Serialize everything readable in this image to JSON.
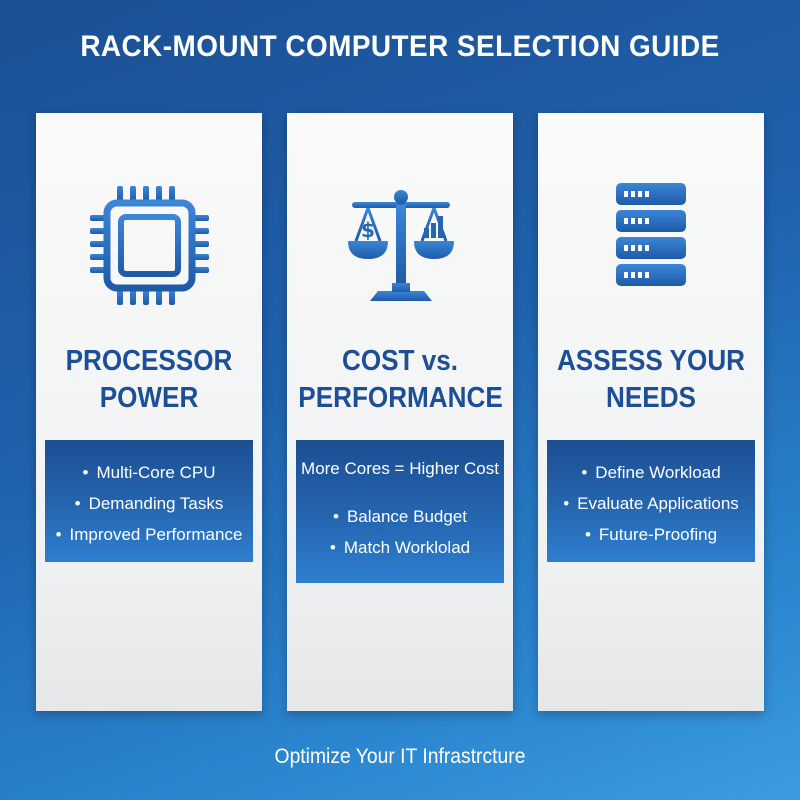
{
  "title": "RACK-MOUNT COMPUTER SELECTION GUIDE",
  "cards": [
    {
      "icon": "cpu-chip-icon",
      "title_lines": [
        "PROCESSOR",
        "POWER"
      ],
      "bullets": [
        "Multi-Core CPU",
        "Demanding Tasks",
        "Improved Performance"
      ]
    },
    {
      "icon": "balance-scale-icon",
      "title_lines": [
        "COST vs.",
        "PERFORMANCE"
      ],
      "lead": "More Cores = Higher Cost",
      "bullets": [
        "Balance Budget",
        "Match Worklolad"
      ]
    },
    {
      "icon": "server-stack-icon",
      "title_lines": [
        "ASSESS YOUR",
        "NEEDS"
      ],
      "bullets": [
        "Define Workload",
        "Evaluate Applications",
        "Future-Proofing"
      ]
    }
  ],
  "bullet_char": "•",
  "footer": "Optimize Your IT Infrastrcture",
  "colors": {
    "background_top": "#1c4f93",
    "background_bottom": "#3b9ce0",
    "card": "#f4f5f6",
    "heading": "#1d4f96",
    "box": "#2566b0",
    "icon": "#2b6cb8"
  }
}
